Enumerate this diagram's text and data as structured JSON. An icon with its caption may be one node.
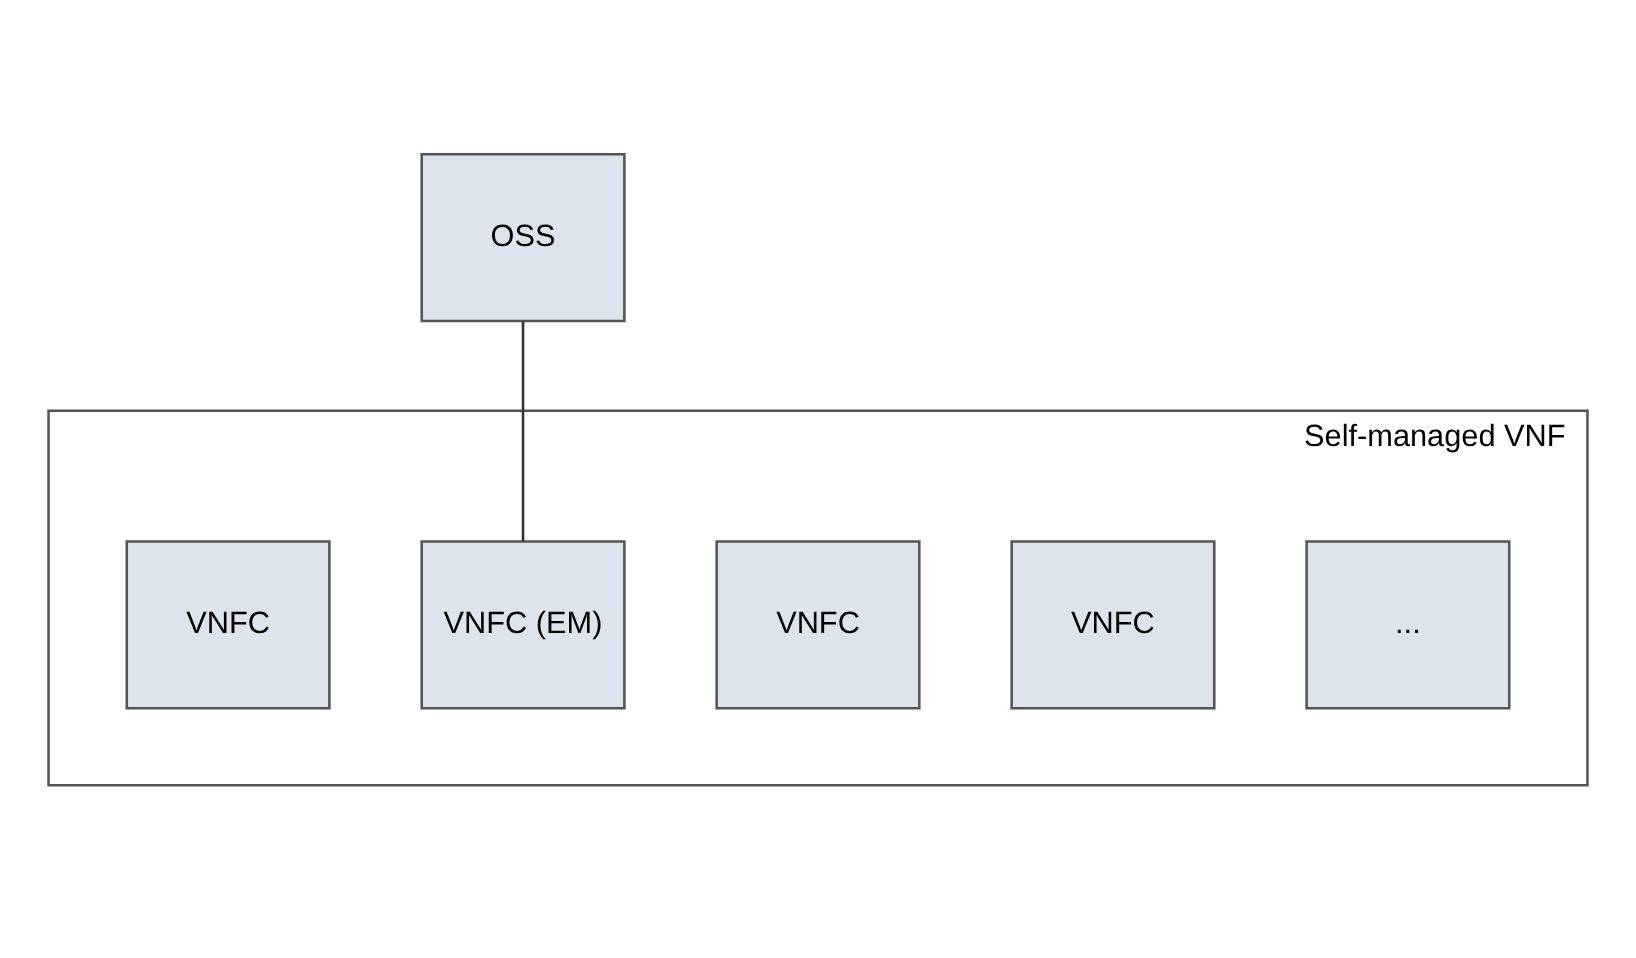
{
  "diagram": {
    "nodes": [
      {
        "text": [
          "OSS"
        ]
      },
      {
        "text": [
          "Self-managed VNF"
        ]
      },
      {
        "text": [
          "VNFC"
        ],
        "in": 1
      },
      {
        "text": [
          "VNFC (EM)"
        ],
        "in": 1
      },
      {
        "text": [
          "VNFC"
        ],
        "in": 1
      },
      {
        "text": [
          "VNFC"
        ],
        "in": 1
      },
      {
        "text": [
          "..."
        ],
        "in": 1
      }
    ],
    "edges": [
      {
        "from": 0,
        "to": 3,
        "arrow": "none"
      }
    ]
  }
}
